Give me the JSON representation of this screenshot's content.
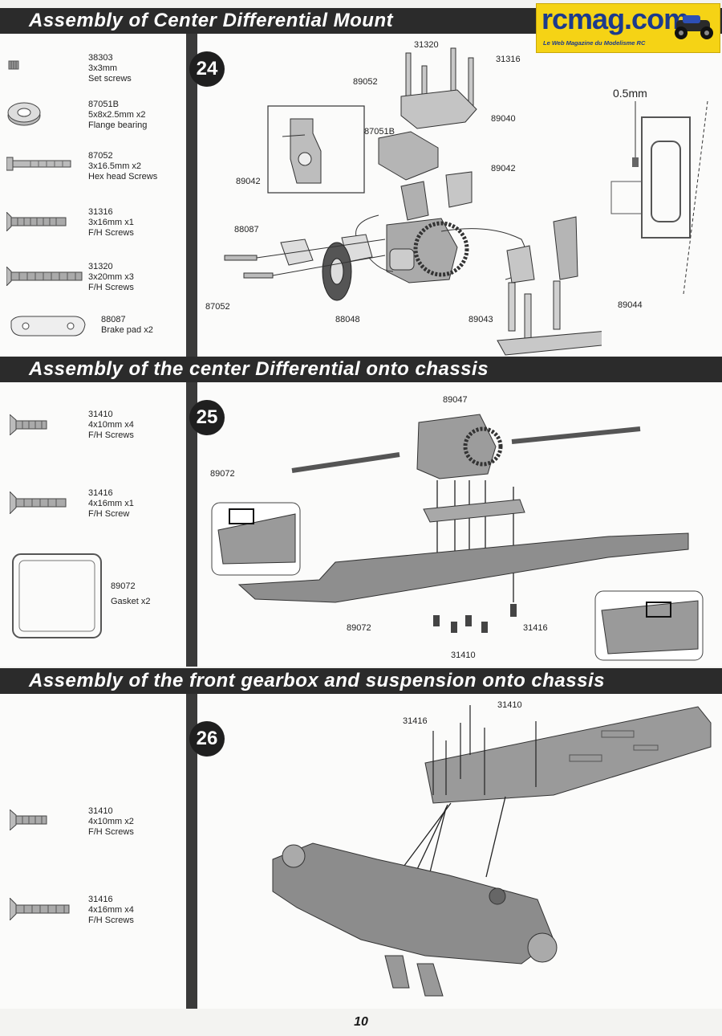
{
  "logo": {
    "main": "rcmag.com",
    "tagline": "Le Web Magazine du Modelisme RC"
  },
  "page_number": "10",
  "colors": {
    "bar": "#2b2b2b",
    "background": "#f3f3f1",
    "logo_bg": "#f5d315",
    "logo_text": "#1c3a8c"
  },
  "sections": [
    {
      "title": "Assembly of Center Differential Mount",
      "step": "24",
      "parts": [
        {
          "code": "38303",
          "desc1": "3x3mm",
          "desc2": "Set screws",
          "icon": "set-screw-icon"
        },
        {
          "code": "87051B",
          "desc1": "5x8x2.5mm x2",
          "desc2": "Flange bearing",
          "icon": "flange-bearing-icon"
        },
        {
          "code": "87052",
          "desc1": "3x16.5mm x2",
          "desc2": "Hex head Screws",
          "icon": "hex-screw-icon"
        },
        {
          "code": "31316",
          "desc1": "3x16mm x1",
          "desc2": "F/H Screws",
          "icon": "fh-screw-icon"
        },
        {
          "code": "31320",
          "desc1": "3x20mm x3",
          "desc2": "F/H Screws",
          "icon": "fh-screw-icon"
        },
        {
          "code": "88087",
          "desc1": "Brake pad x2",
          "desc2": "",
          "icon": "brake-pad-icon"
        }
      ],
      "callouts": [
        "31320",
        "31316",
        "89052",
        "89040",
        "87051B",
        "89042",
        "89042",
        "88087",
        "87052",
        "88048",
        "89043",
        "89044"
      ],
      "detail_label": "0.5mm"
    },
    {
      "title": "Assembly of the center Differential onto chassis",
      "step": "25",
      "parts": [
        {
          "code": "31410",
          "desc1": "4x10mm x4",
          "desc2": "F/H Screws",
          "icon": "fh-screw-icon"
        },
        {
          "code": "31416",
          "desc1": "4x16mm x1",
          "desc2": "F/H Screw",
          "icon": "fh-screw-icon"
        },
        {
          "code": "89072",
          "desc1": "Gasket x2",
          "desc2": "",
          "icon": "gasket-icon"
        }
      ],
      "callouts": [
        "89047",
        "89072",
        "89072",
        "31416",
        "31410"
      ]
    },
    {
      "title": "Assembly of the front gearbox and suspension onto chassis",
      "step": "26",
      "parts": [
        {
          "code": "31410",
          "desc1": "4x10mm x2",
          "desc2": "F/H Screws",
          "icon": "fh-screw-icon"
        },
        {
          "code": "31416",
          "desc1": "4x16mm x4",
          "desc2": "F/H Screws",
          "icon": "fh-screw-icon"
        }
      ],
      "callouts": [
        "31410",
        "31416"
      ]
    }
  ]
}
